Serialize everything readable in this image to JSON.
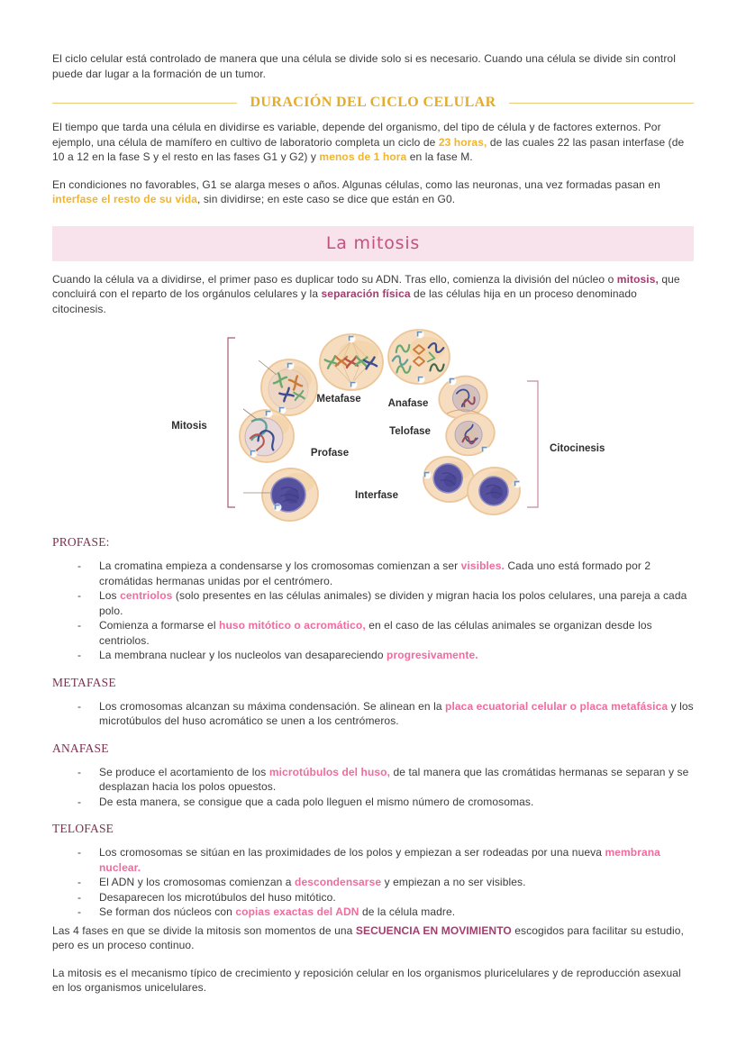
{
  "colors": {
    "gold": "#F0B42E",
    "pink": "#F06B9E",
    "magenta": "#A23D6E",
    "banner-bg": "#F8E2EC",
    "banner-text": "#C1537F",
    "section-heading": "#7D3050",
    "heading-gold": "#E3AC2C",
    "heading-line": "#EACB79",
    "body-text": "#3B3B3B",
    "cell-fill": "#F7DDBF",
    "cell-stroke": "#ECC698",
    "nucleus": "#55519F"
  },
  "intro": {
    "para": [
      {
        "t": "El ciclo celular está controlado de manera que una célula se divide solo si es necesario. Cuando una célula se divide sin control puede dar lugar a la formación de un tumor."
      }
    ]
  },
  "duracion": {
    "heading": "DURACIÓN DEL CICLO CELULAR",
    "para1": [
      {
        "t": "El tiempo que tarda una célula en dividirse es variable, depende del organismo, del tipo de célula y de factores externos. Por ejemplo, una célula de mamífero en cultivo de laboratorio completa un ciclo de "
      },
      {
        "t": "23 horas,",
        "s": "gold"
      },
      {
        "t": " de las cuales 22 las pasan interfase (de 10 a 12 en la fase S y el resto en las fases G1 y G2) y "
      },
      {
        "t": "menos de 1 hora",
        "s": "gold"
      },
      {
        "t": " en la fase M."
      }
    ],
    "para2": [
      {
        "t": "En condiciones no favorables, G1 se alarga meses o años. Algunas células, como las neuronas, una vez formadas pasan en "
      },
      {
        "t": "interfase el resto de su vida",
        "s": "gold"
      },
      {
        "t": ", sin dividirse; en este caso se dice que están en G0."
      }
    ]
  },
  "banner": {
    "title": "La mitosis"
  },
  "mitosis": {
    "intro": [
      {
        "t": "Cuando la célula va a dividirse, el primer paso es duplicar todo su ADN. Tras ello, comienza la división del núcleo o "
      },
      {
        "t": "mitosis,",
        "s": "magenta"
      },
      {
        "t": " que concluirá con el reparto de los orgánulos celulares y la "
      },
      {
        "t": "separación física",
        "s": "magenta"
      },
      {
        "t": " de las células hija en un proceso denominado citocinesis."
      }
    ]
  },
  "diagram": {
    "labels": {
      "mitosis": "Mitosis",
      "metafase": "Metafase",
      "anafase": "Anafase",
      "telofase": "Telofase",
      "profase": "Profase",
      "interfase": "Interfase",
      "citocinesis": "Citocinesis"
    }
  },
  "sections": {
    "profase": {
      "heading": "PROFASE:",
      "bullets": [
        [
          {
            "t": "La cromatina empieza a condensarse y los cromosomas comienzan a ser "
          },
          {
            "t": "visibles.",
            "s": "pink"
          },
          {
            "t": " Cada uno está formado por 2 cromátidas hermanas unidas por el centrómero."
          }
        ],
        [
          {
            "t": "Los "
          },
          {
            "t": "centriolos",
            "s": "pink"
          },
          {
            "t": " (solo presentes en las células animales) se dividen y migran hacia los polos celulares, una pareja a cada polo."
          }
        ],
        [
          {
            "t": "Comienza a formarse el "
          },
          {
            "t": "huso mitótico o acromático,",
            "s": "pink"
          },
          {
            "t": " en el caso de las células animales se organizan desde los centriolos."
          }
        ],
        [
          {
            "t": "La membrana nuclear y los nucleolos van desapareciendo "
          },
          {
            "t": "progresivamente.",
            "s": "pink"
          }
        ]
      ]
    },
    "metafase": {
      "heading": "METAFASE",
      "bullets": [
        [
          {
            "t": "Los cromosomas alcanzan su máxima condensación. Se alinean en la "
          },
          {
            "t": "placa ecuatorial celular o placa metafásica",
            "s": "pink"
          },
          {
            "t": " y los microtúbulos del huso acromático se unen a los centrómeros."
          }
        ]
      ]
    },
    "anafase": {
      "heading": "ANAFASE",
      "bullets": [
        [
          {
            "t": "Se produce el acortamiento de los "
          },
          {
            "t": "microtúbulos del huso,",
            "s": "pink"
          },
          {
            "t": " de tal manera que las cromátidas hermanas se separan y se desplazan hacia los polos opuestos."
          }
        ],
        [
          {
            "t": "De esta manera, se consigue que a cada polo lleguen el mismo número de cromosomas."
          }
        ]
      ]
    },
    "telofase": {
      "heading": "TELOFASE",
      "bullets": [
        [
          {
            "t": "Los cromosomas se sitúan en las proximidades de los polos y empiezan a ser rodeadas por una nueva "
          },
          {
            "t": "membrana nuclear.",
            "s": "pink"
          }
        ],
        [
          {
            "t": "El ADN y los cromosomas comienzan a "
          },
          {
            "t": "descondensarse",
            "s": "pink"
          },
          {
            "t": " y empiezan a no ser visibles."
          }
        ],
        [
          {
            "t": "Desaparecen los microtúbulos del huso mitótico."
          }
        ],
        [
          {
            "t": "Se forman dos núcleos con "
          },
          {
            "t": "copias exactas del ADN",
            "s": "pink"
          },
          {
            "t": " de la célula madre."
          }
        ]
      ]
    }
  },
  "closing": {
    "para1": [
      {
        "t": "Las 4 fases en que se divide la mitosis son momentos de una "
      },
      {
        "t": "SECUENCIA EN MOVIMIENTO",
        "s": "magenta"
      },
      {
        "t": " escogidos para facilitar su estudio, pero es un proceso continuo."
      }
    ],
    "para2": [
      {
        "t": "La mitosis es el mecanismo típico de crecimiento y reposición celular en los organismos pluricelulares y de reproducción asexual en los organismos unicelulares."
      }
    ]
  }
}
